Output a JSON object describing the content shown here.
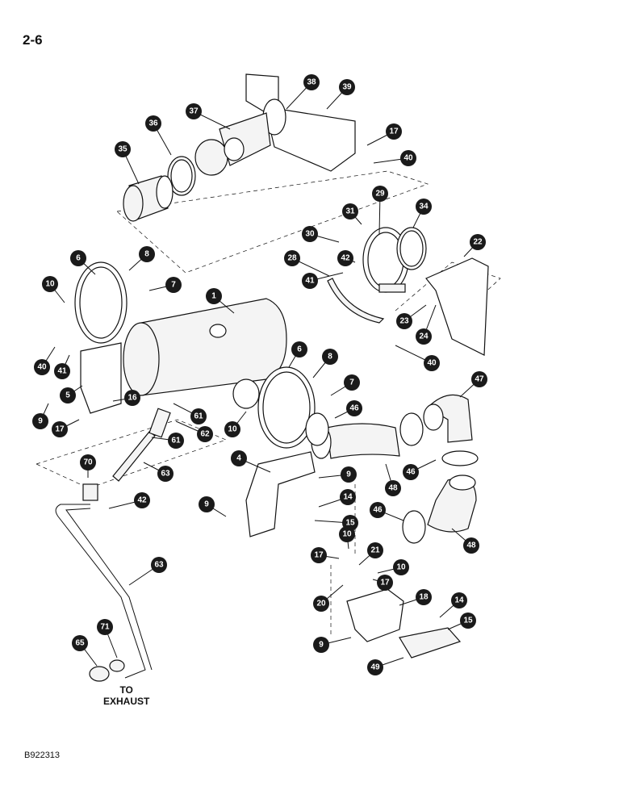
{
  "page_number": "2-6",
  "document_code": "B922313",
  "exhaust_label": "TO\nEXHAUST",
  "callouts": [
    "38",
    "39",
    "37",
    "36",
    "35",
    "17",
    "40",
    "31",
    "29",
    "34",
    "22",
    "30",
    "42",
    "28",
    "41",
    "6",
    "8",
    "10",
    "7",
    "1",
    "23",
    "24",
    "40",
    "40",
    "41",
    "5",
    "16",
    "9",
    "17",
    "6",
    "8",
    "7",
    "61",
    "62",
    "10",
    "61",
    "46",
    "47",
    "4",
    "9",
    "70",
    "63",
    "42",
    "9",
    "14",
    "15",
    "46",
    "48",
    "46",
    "48",
    "10",
    "17",
    "21",
    "10",
    "17",
    "20",
    "18",
    "14",
    "15",
    "63",
    "71",
    "65",
    "9",
    "49"
  ]
}
